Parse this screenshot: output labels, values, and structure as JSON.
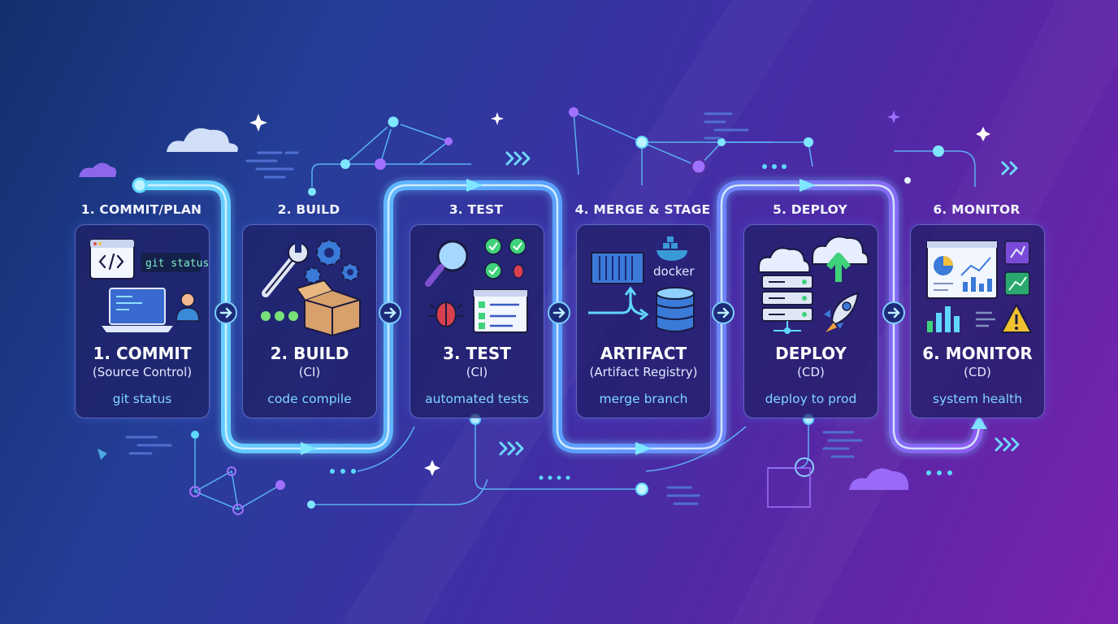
{
  "stages": [
    {
      "title": "1. COMMIT/PLAN",
      "name": "1. COMMIT",
      "sub": "(Source Control)",
      "action": "git status",
      "badge": "git status"
    },
    {
      "title": "2. BUILD",
      "name": "2. BUILD",
      "sub": "(CI)",
      "action": "code compile"
    },
    {
      "title": "3. TEST",
      "name": "3. TEST",
      "sub": "(CI)",
      "action": "automated tests"
    },
    {
      "title": "4. MERGE & STAGE",
      "name": "ARTIFACT",
      "sub": "(Artifact Registry)",
      "action": "merge branch",
      "badge": "docker"
    },
    {
      "title": "5. DEPLOY",
      "name": "DEPLOY",
      "sub": "(CD)",
      "action": "deploy to prod"
    },
    {
      "title": "6. MONITOR",
      "name": "6. MONITOR",
      "sub": "(CD)",
      "action": "system health"
    }
  ],
  "colors": {
    "pipe_light": "#7fe0ff",
    "pipe_mid": "#4aa8f0",
    "pipe_violet": "#8e5cf0",
    "card_border": "#8ca0ff",
    "accent_green": "#3ed27a",
    "accent_teal": "#5fe0ff"
  },
  "icons": {
    "stage1": [
      "code-window-icon",
      "laptop-icon",
      "user-icon"
    ],
    "stage2": [
      "wrench-icon",
      "gears-icon",
      "box-icon"
    ],
    "stage3": [
      "magnifier-icon",
      "check-icons",
      "bug-icon",
      "checklist-icon"
    ],
    "stage4": [
      "container-icon",
      "docker-icon",
      "database-icon",
      "branch-arrow-icon"
    ],
    "stage5": [
      "cloud-server-icon",
      "upload-cloud-icon",
      "rocket-icon"
    ],
    "stage6": [
      "dashboard-icon",
      "bar-chart-icon",
      "warning-icon"
    ]
  }
}
